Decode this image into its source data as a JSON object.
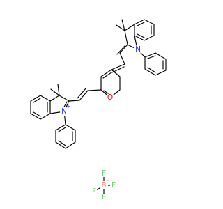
{
  "structure": {
    "atoms": {
      "n_top": {
        "symbol": "N",
        "color": "#1f2cff"
      },
      "n_left": {
        "symbol": "N",
        "color": "#1f2cff"
      },
      "o_ring": {
        "symbol": "O",
        "color": "#ff0000"
      },
      "b_center": {
        "symbol": "B",
        "color": "#ff7f7f"
      },
      "f_top": {
        "symbol": "F",
        "color": "#6fd26f"
      },
      "f_right": {
        "symbol": "F",
        "color": "#6fd26f"
      },
      "f_bottom": {
        "symbol": "F",
        "color": "#6fd26f"
      },
      "f_left": {
        "symbol": "F",
        "color": "#6fd26f"
      }
    },
    "charges": {
      "n_left": "+",
      "b_center": "−"
    }
  }
}
